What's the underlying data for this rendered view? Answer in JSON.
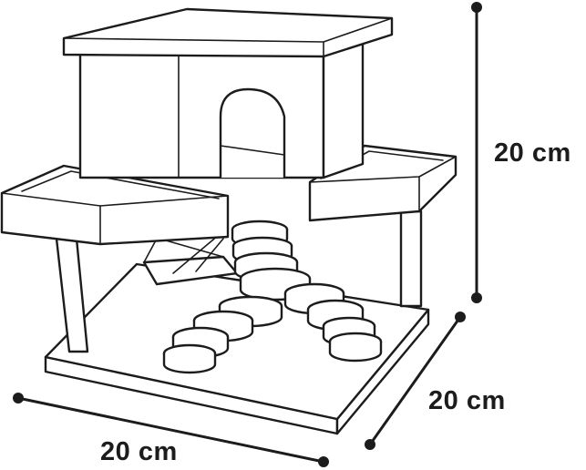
{
  "dimensions": {
    "height": "20 cm",
    "depth": "20 cm",
    "width": "20 cm"
  },
  "colors": {
    "line": "#1c1c1c",
    "background": "#ffffff"
  }
}
